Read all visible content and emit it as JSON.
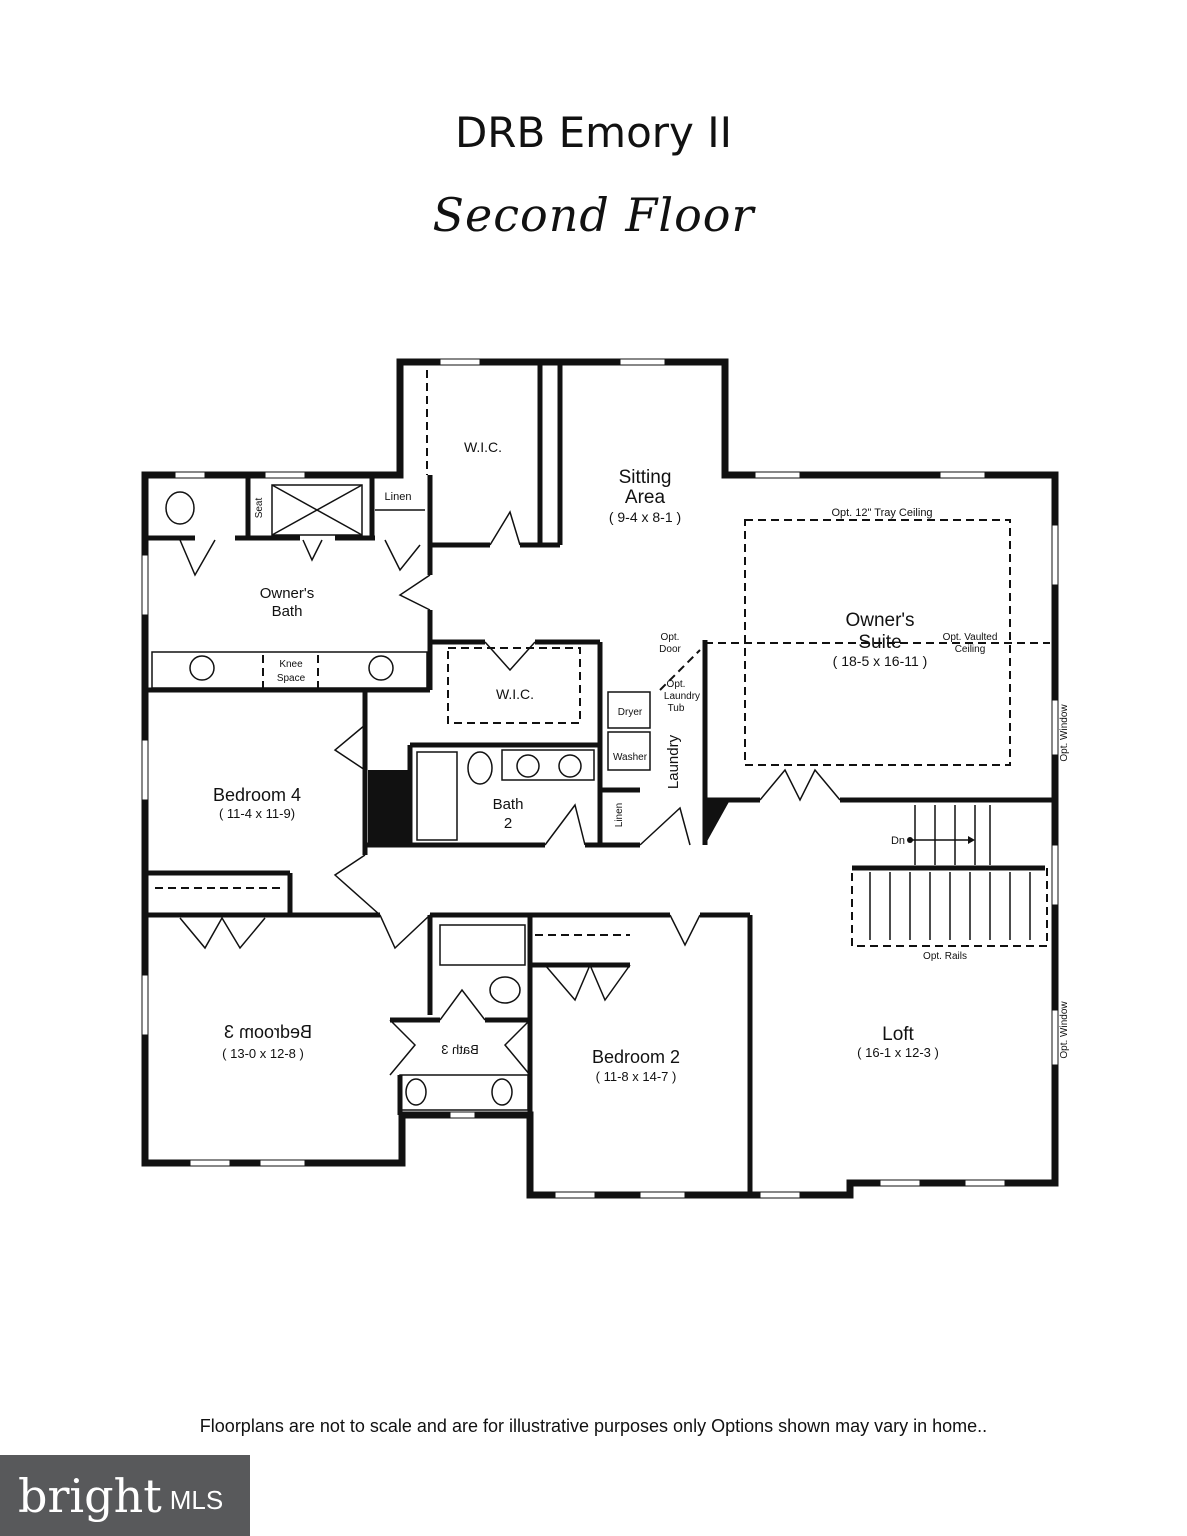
{
  "header": {
    "title": "DRB Emory II",
    "subtitle": "Second Floor"
  },
  "rooms": {
    "wic_top": "W.I.C.",
    "sitting_area": "Sitting",
    "sitting_area2": "Area",
    "sitting_dims": "( 9-4 x 8-1 )",
    "tray_ceiling": "Opt. 12\" Tray Ceiling",
    "owners_bath": "Owner's",
    "owners_bath2": "Bath",
    "seat": "Seat",
    "linen_top": "Linen",
    "knee": "Knee",
    "knee2": "Space",
    "owners_suite": "Owner's",
    "owners_suite2": "Suite",
    "owners_suite_dims": "( 18-5 x 16-11 )",
    "vaulted": "Opt. Vaulted",
    "vaulted2": "Ceiling",
    "opt_door": "Opt.",
    "opt_door2": "Door",
    "laundry_tub": "Opt.",
    "laundry_tub2": "Laundry",
    "laundry_tub3": "Tub",
    "dryer": "Dryer",
    "washer": "Washer",
    "laundry": "Laundry",
    "wic_mid": "W.I.C.",
    "opt_window_1": "Opt. Window",
    "bedroom4": "Bedroom 4",
    "bedroom4_dims": "( 11-4 x 11-9)",
    "bath2": "Bath",
    "bath2_num": "2",
    "linen_mid": "Linen",
    "dn": "Dn",
    "opt_rails": "Opt. Rails",
    "bedroom3": "Bedroom 3",
    "bedroom3_dims": "( 13-0 x 12-8 )",
    "bath3": "Bath 3",
    "bedroom2": "Bedroom 2",
    "bedroom2_dims": "( 11-8 x 14-7 )",
    "loft": "Loft",
    "loft_dims": "( 16-1 x 12-3 )",
    "opt_window_2": "Opt. Window"
  },
  "footer": {
    "disclaimer": "Floorplans are  not to scale and are for illustrative purposes only  Options shown may vary in home.."
  },
  "logo": {
    "brand": "bright",
    "suffix": "MLS"
  }
}
